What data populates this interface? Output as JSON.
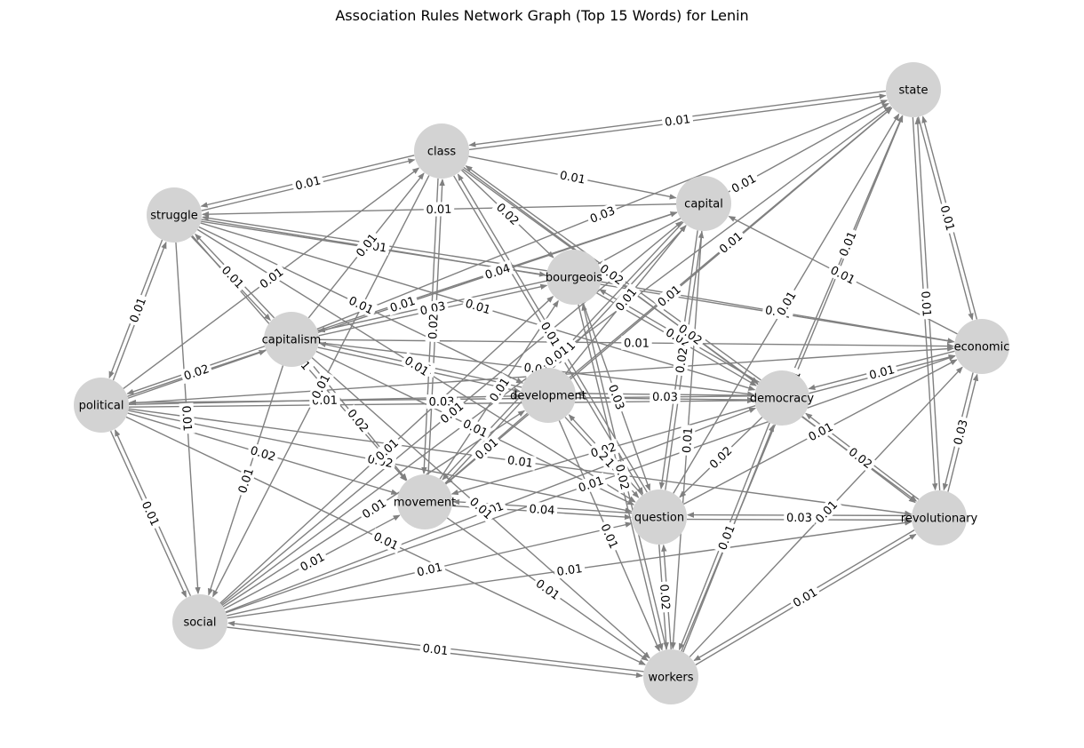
{
  "title": "Association Rules Network Graph (Top 15 Words) for Lenin",
  "colors": {
    "node": "#d3d3d3",
    "edge": "#808080",
    "background": "#ffffff"
  },
  "nodes": [
    "state",
    "class",
    "capital",
    "struggle",
    "bourgeois",
    "capitalism",
    "economic",
    "political",
    "development",
    "democracy",
    "movement",
    "question",
    "revolutionary",
    "social",
    "workers"
  ],
  "edges": [
    {
      "source": "class",
      "target": "state",
      "label": "0.01"
    },
    {
      "source": "state",
      "target": "class",
      "label": "0.01"
    },
    {
      "source": "class",
      "target": "capital",
      "label": "0.01"
    },
    {
      "source": "struggle",
      "target": "class",
      "label": "0.01"
    },
    {
      "source": "class",
      "target": "struggle",
      "label": ""
    },
    {
      "source": "capital",
      "target": "struggle",
      "label": "0.01"
    },
    {
      "source": "capitalism",
      "target": "state",
      "label": "0.03"
    },
    {
      "source": "capitalism",
      "target": "capital",
      "label": "0.04"
    },
    {
      "source": "class",
      "target": "bourgeois",
      "label": "0.02"
    },
    {
      "source": "struggle",
      "target": "bourgeois",
      "label": "0.01"
    },
    {
      "source": "bourgeois",
      "target": "struggle",
      "label": ""
    },
    {
      "source": "struggle",
      "target": "capitalism",
      "label": "0.01"
    },
    {
      "source": "capitalism",
      "target": "struggle",
      "label": ""
    },
    {
      "source": "struggle",
      "target": "political",
      "label": "0.01"
    },
    {
      "source": "political",
      "target": "struggle",
      "label": ""
    },
    {
      "source": "state",
      "target": "economic",
      "label": "0.01"
    },
    {
      "source": "economic",
      "target": "state",
      "label": ""
    },
    {
      "source": "economic",
      "target": "capital",
      "label": "0.01"
    },
    {
      "source": "state",
      "target": "revolutionary",
      "label": "0.01"
    },
    {
      "source": "revolutionary",
      "target": "state",
      "label": ""
    },
    {
      "source": "democracy",
      "target": "state",
      "label": "0.01"
    },
    {
      "source": "development",
      "target": "state",
      "label": "0.01"
    },
    {
      "source": "movement",
      "target": "state",
      "label": "0.01"
    },
    {
      "source": "capitalism",
      "target": "political",
      "label": "0.02"
    },
    {
      "source": "political",
      "target": "capitalism",
      "label": ""
    },
    {
      "source": "capitalism",
      "target": "bourgeois",
      "label": "0.03"
    },
    {
      "source": "bourgeois",
      "target": "capitalism",
      "label": ""
    },
    {
      "source": "capitalism",
      "target": "class",
      "label": "0.01"
    },
    {
      "source": "political",
      "target": "class",
      "label": "0.01"
    },
    {
      "source": "political",
      "target": "capital",
      "label": "0.01"
    },
    {
      "source": "capitalism",
      "target": "economic",
      "label": "0.01"
    },
    {
      "source": "struggle",
      "target": "economic",
      "label": "0.01"
    },
    {
      "source": "bourgeois",
      "target": "economic",
      "label": "0.01"
    },
    {
      "source": "bourgeois",
      "target": "democracy",
      "label": "0.02"
    },
    {
      "source": "democracy",
      "target": "bourgeois",
      "label": ""
    },
    {
      "source": "class",
      "target": "democracy",
      "label": "0.02"
    },
    {
      "source": "democracy",
      "target": "class",
      "label": ""
    },
    {
      "source": "political",
      "target": "development",
      "label": "0.01"
    },
    {
      "source": "political",
      "target": "democracy",
      "label": "0.03"
    },
    {
      "source": "democracy",
      "target": "political",
      "label": ""
    },
    {
      "source": "democracy",
      "target": "economic",
      "label": "0.01"
    },
    {
      "source": "economic",
      "target": "democracy",
      "label": ""
    },
    {
      "source": "economic",
      "target": "revolutionary",
      "label": "0.03"
    },
    {
      "source": "revolutionary",
      "target": "economic",
      "label": ""
    },
    {
      "source": "democracy",
      "target": "revolutionary",
      "label": "0.02"
    },
    {
      "source": "revolutionary",
      "target": "democracy",
      "label": ""
    },
    {
      "source": "capitalism",
      "target": "development",
      "label": "0.01"
    },
    {
      "source": "development",
      "target": "capitalism",
      "label": ""
    },
    {
      "source": "movement",
      "target": "question",
      "label": "0.04"
    },
    {
      "source": "question",
      "target": "movement",
      "label": ""
    },
    {
      "source": "question",
      "target": "revolutionary",
      "label": "0.03"
    },
    {
      "source": "revolutionary",
      "target": "question",
      "label": ""
    },
    {
      "source": "question",
      "target": "workers",
      "label": "0.02"
    },
    {
      "source": "workers",
      "target": "question",
      "label": ""
    },
    {
      "source": "social",
      "target": "workers",
      "label": "0.01"
    },
    {
      "source": "workers",
      "target": "social",
      "label": ""
    },
    {
      "source": "workers",
      "target": "revolutionary",
      "label": "0.01"
    },
    {
      "source": "revolutionary",
      "target": "workers",
      "label": ""
    },
    {
      "source": "political",
      "target": "social",
      "label": "0.01"
    },
    {
      "source": "social",
      "target": "political",
      "label": ""
    },
    {
      "source": "struggle",
      "target": "social",
      "label": "0.01"
    },
    {
      "source": "capitalism",
      "target": "social",
      "label": "0.01"
    },
    {
      "source": "political",
      "target": "movement",
      "label": "0.02"
    },
    {
      "source": "political",
      "target": "question",
      "label": "0.02"
    },
    {
      "source": "political",
      "target": "workers",
      "label": "0.01"
    },
    {
      "source": "political",
      "target": "revolutionary",
      "label": "0.01"
    },
    {
      "source": "political",
      "target": "economic",
      "label": "0.01"
    },
    {
      "source": "social",
      "target": "movement",
      "label": "0.01"
    },
    {
      "source": "social",
      "target": "question",
      "label": "0.01"
    },
    {
      "source": "social",
      "target": "revolutionary",
      "label": "0.01"
    },
    {
      "source": "social",
      "target": "development",
      "label": "0.01"
    },
    {
      "source": "social",
      "target": "democracy",
      "label": "0.01"
    },
    {
      "source": "social",
      "target": "bourgeois",
      "label": "0.01"
    },
    {
      "source": "social",
      "target": "economic",
      "label": "0.01"
    },
    {
      "source": "class",
      "target": "question",
      "label": "0.02"
    },
    {
      "source": "class",
      "target": "movement",
      "label": "0.02"
    },
    {
      "source": "class",
      "target": "social",
      "label": "0.01"
    },
    {
      "source": "class",
      "target": "revolutionary",
      "label": "0.02"
    },
    {
      "source": "bourgeois",
      "target": "question",
      "label": "0.03"
    },
    {
      "source": "bourgeois",
      "target": "workers",
      "label": "0.01"
    },
    {
      "source": "bourgeois",
      "target": "state",
      "label": "0.01"
    },
    {
      "source": "development",
      "target": "movement",
      "label": "0.01"
    },
    {
      "source": "development",
      "target": "question",
      "label": "0.01"
    },
    {
      "source": "development",
      "target": "workers",
      "label": "0.01"
    },
    {
      "source": "development",
      "target": "capital",
      "label": "0.01"
    },
    {
      "source": "development",
      "target": "democracy",
      "label": "0.03"
    },
    {
      "source": "democracy",
      "target": "development",
      "label": ""
    },
    {
      "source": "democracy",
      "target": "workers",
      "label": "0.01"
    },
    {
      "source": "democracy",
      "target": "question",
      "label": "0.02"
    },
    {
      "source": "democracy",
      "target": "movement",
      "label": "0.02"
    },
    {
      "source": "capital",
      "target": "workers",
      "label": "0.01"
    },
    {
      "source": "capital",
      "target": "question",
      "label": "0.02"
    },
    {
      "source": "capital",
      "target": "movement",
      "label": "0.02"
    },
    {
      "source": "capitalism",
      "target": "movement",
      "label": "0.02"
    },
    {
      "source": "capitalism",
      "target": "question",
      "label": "0.01"
    },
    {
      "source": "capitalism",
      "target": "workers",
      "label": "0.01"
    },
    {
      "source": "capitalism",
      "target": "democracy",
      "label": "0.01"
    },
    {
      "source": "struggle",
      "target": "movement",
      "label": "0.01"
    },
    {
      "source": "struggle",
      "target": "question",
      "label": "0.01"
    },
    {
      "source": "struggle",
      "target": "democracy",
      "label": "0.01"
    },
    {
      "source": "struggle",
      "target": "development",
      "label": "0.01"
    },
    {
      "source": "movement",
      "target": "workers",
      "label": "0.01"
    },
    {
      "source": "movement",
      "target": "capital",
      "label": "0.01"
    },
    {
      "source": "question",
      "target": "state",
      "label": "0.01"
    },
    {
      "source": "question",
      "target": "economic",
      "label": "0.01"
    },
    {
      "source": "workers",
      "target": "state",
      "label": "0.01"
    },
    {
      "source": "workers",
      "target": "economic",
      "label": "0.01"
    },
    {
      "source": "social",
      "target": "state",
      "label": "0.01"
    },
    {
      "source": "social",
      "target": "capital",
      "label": "0.01"
    },
    {
      "source": "movement",
      "target": "class",
      "label": "0.02"
    },
    {
      "source": "movement",
      "target": "bourgeois",
      "label": "0.01"
    },
    {
      "source": "question",
      "target": "class",
      "label": "0.01"
    },
    {
      "source": "question",
      "target": "capital",
      "label": "0.02"
    },
    {
      "source": "question",
      "target": "development",
      "label": "2"
    },
    {
      "source": "workers",
      "target": "bourgeois",
      "label": "0.02"
    },
    {
      "source": "workers",
      "target": "democracy",
      "label": "0.01"
    }
  ]
}
